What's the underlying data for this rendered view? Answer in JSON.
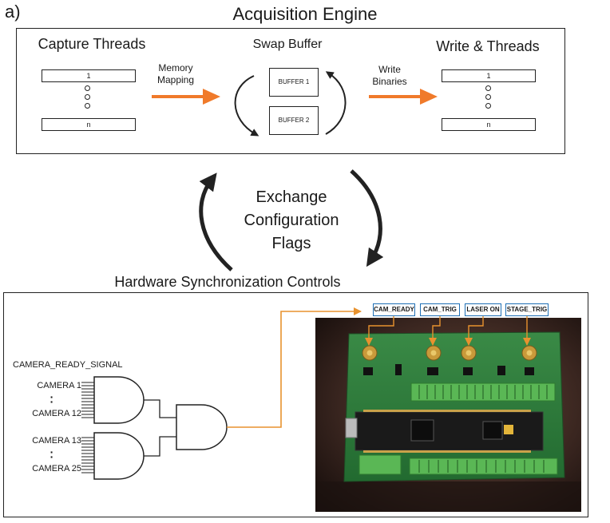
{
  "panel_label": "a)",
  "engine": {
    "title": "Acquisition Engine",
    "capture_header": "Capture Threads",
    "capture_first": "1",
    "capture_last": "n",
    "memory_label_1": "Memory",
    "memory_label_2": "Mapping",
    "swap_header": "Swap Buffer",
    "buffer1": "BUFFER 1",
    "buffer2": "BUFFER 2",
    "write_label_1": "Write",
    "write_label_2": "Binaries",
    "write_header": "Write & Threads",
    "write_first": "1",
    "write_last": "n"
  },
  "exchange": {
    "line1": "Exchange",
    "line2": "Configuration",
    "line3": "Flags"
  },
  "hardware": {
    "title": "Hardware Synchronization Controls",
    "signal_header": "CAMERA_READY_SIGNAL",
    "cam_1": "CAMERA 1",
    "cam_12": "CAMERA 12",
    "cam_13": "CAMERA 13",
    "cam_25": "CAMERA 25",
    "tags": [
      "CAM_READY",
      "CAM_TRIG",
      "LASER ON",
      "STAGE_TRIG"
    ]
  },
  "colors": {
    "orange": "#f07a2a",
    "wire": "#e8922e",
    "tag_border": "#1f6fb5",
    "board_green": "#2f7a3c",
    "terminal_green": "#4fae4a"
  },
  "icons": [
    "and-gate-icon",
    "pcb-photo"
  ]
}
